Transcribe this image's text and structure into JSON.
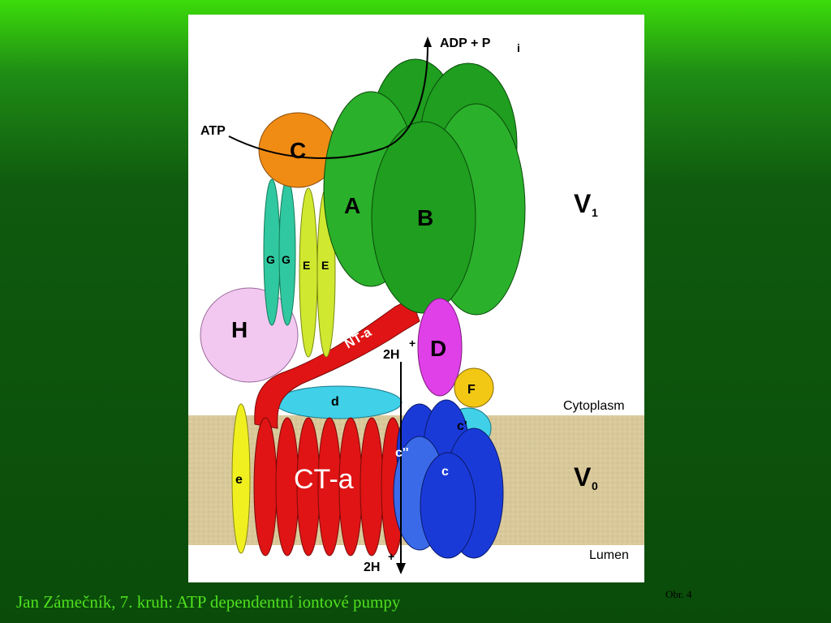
{
  "slide": {
    "footer": "Jan Zámečník, 7. kruh: ATP dependentní iontové pumpy",
    "figure_number": "Obr. 4"
  },
  "diagram": {
    "labels": {
      "adp": "ADP + P",
      "adp_sub": "i",
      "atp": "ATP",
      "c_upper": "C",
      "a": "A",
      "b": "B",
      "g1": "G",
      "g2": "G",
      "e1": "E",
      "e2": "E",
      "h": "H",
      "nt_a": "NT-a",
      "d_upper": "D",
      "f": "F",
      "d_lower": "d",
      "ct_a": "CT-a",
      "e_lower": "e",
      "c_prime": "c'",
      "c_double_prime": "c''",
      "c_lower": "c",
      "proton_top": "2H",
      "proton_bottom": "2H",
      "plus": "+",
      "v1": "V",
      "v1_sub": "1",
      "v0": "V",
      "v0_sub": "0",
      "cytoplasm": "Cytoplasm",
      "lumen": "Lumen"
    },
    "colors": {
      "membrane": "#d9c99a",
      "A_B": "#1f9e1f",
      "C": "#f08c14",
      "H": "#f2c8f0",
      "D": "#e040e8",
      "F": "#f2c814",
      "NT_CT_a": "#e01414",
      "d": "#40d0e8",
      "c_ring": "#1a3ad8",
      "G": "#30c8a0",
      "E": "#d0e830",
      "e": "#f0f020"
    }
  }
}
